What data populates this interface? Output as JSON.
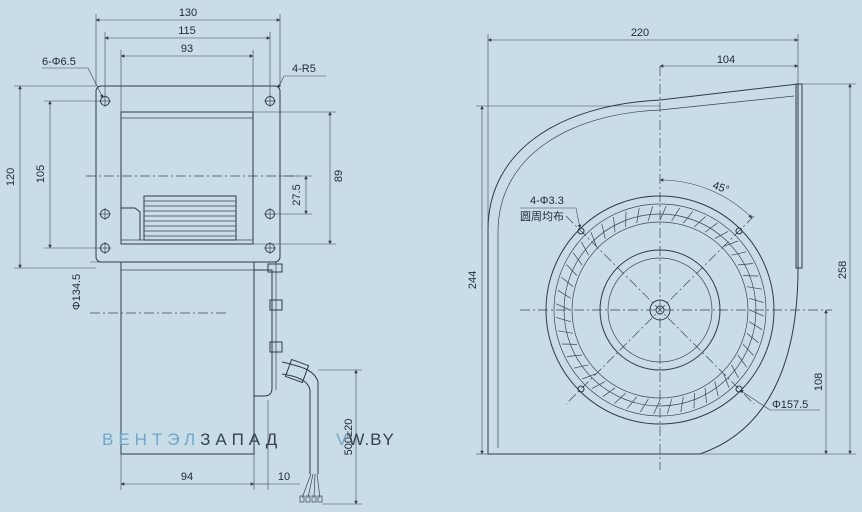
{
  "dimensions": {
    "front_width_outer": "130",
    "front_width_holes": "115",
    "front_width_inner": "93",
    "front_holes": "6-Φ6.5",
    "corner_radius": "4-R5",
    "front_height_outer": "120",
    "front_height_holes": "105",
    "front_height_inner": "89",
    "front_offset": "27.5",
    "motor_diameter": "Φ134.5",
    "motor_depth": "94",
    "flange_thickness": "10",
    "cable_length": "500±20",
    "side_width": "220",
    "side_center_offset": "104",
    "side_height": "244",
    "side_total_height": "258",
    "side_center_height": "108",
    "impeller_diameter": "Φ157.5",
    "impeller_holes": "4-Φ3.3",
    "impeller_holes_note": "圆周均布",
    "hole_angle": "45°"
  },
  "watermark": {
    "part1": "ВЕНТЭЛ",
    "part2": "ЗАПАД",
    "part3": "V",
    "part4": "W.BY"
  },
  "colors": {
    "background": "#c9dde7",
    "line": "#2f3b44",
    "watermark_blue": "#6fa6cf",
    "watermark_dark": "#37424b"
  }
}
